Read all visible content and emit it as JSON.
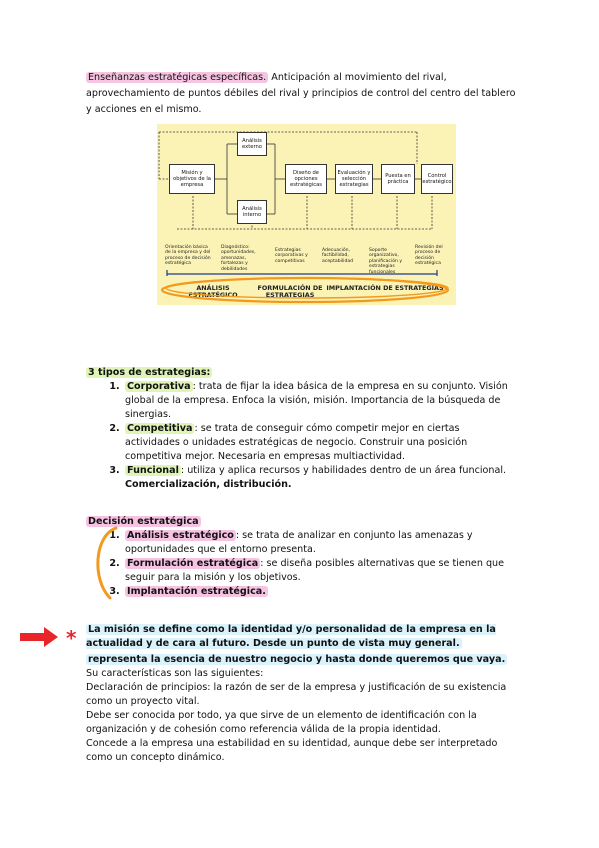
{
  "intro": {
    "highlight": "Enseñanzas estratégicas específicas.",
    "text": " Anticipación al movimiento del rival, aprovechamiento de puntos débiles del rival y principios de control del centro del tablero y acciones en el mismo."
  },
  "diagram": {
    "boxes": {
      "mision": "Misión y objetivos de la empresa",
      "externo": "Análisis externo",
      "interno": "Análisis interno",
      "diseno": "Diseño de opciones estratégicas",
      "evaluacion": "Evaluación y selección estrategias",
      "puesta": "Puesta en práctica",
      "control": "Control estratégico"
    },
    "captions": [
      "Orientación básica de la empresa y del proceso de decisión estratégica",
      "Diagnóstico: oportunidades, amenazas, fortalezas y debilidades",
      "Estrategias corporativas y competitivas",
      "Adecuación, factibilidad, aceptabilidad",
      "Soporte organizativo, planificación y estrategias funcionales",
      "Revisión del proceso de decisión estratégica"
    ],
    "phases": [
      "ANÁLISIS ESTRATÉGICO",
      "FORMULACIÓN DE ESTRATEGIAS",
      "IMPLANTACIÓN DE ESTRATEGIAS"
    ]
  },
  "tipos": {
    "heading": "3 tipos de estrategias:",
    "items": [
      {
        "term": "Corporativa",
        "text": ": trata de fijar la idea básica de la empresa en su conjunto. Visión global de la empresa. Enfoca la visión, misión. Importancia de la búsqueda de sinergias."
      },
      {
        "term": "Competitiva",
        "text": ": se trata de conseguir cómo competir mejor en ciertas actividades o unidades estratégicas de negocio. Construir una posición competitiva mejor. Necesaria en empresas multiactividad."
      },
      {
        "term": "Funcional",
        "text": ": utiliza y aplica recursos y habilidades dentro de un área funcional.",
        "extra": "Comercialización, distribución."
      }
    ]
  },
  "decision": {
    "heading": "Decisión estratégica",
    "items": [
      {
        "term": "Análisis estratégico",
        "text": ": se trata de analizar en conjunto las amenazas y oportunidades que el entorno presenta."
      },
      {
        "term": "Formulación estratégica",
        "text": ": se diseña posibles alternativas que se tienen que seguir para la misión y los objetivos."
      },
      {
        "term": "Implantación estratégica.",
        "text": ""
      }
    ]
  },
  "mision": {
    "line1": "La misión se define como la identidad y/o personalidad de la empresa en la actualidad y de cara al futuro. Desde un punto de vista muy general.",
    "line2": "representa la esencia de nuestro negocio y hasta donde queremos que vaya.",
    "paragraphs": [
      "Su características son las siguientes:",
      "Declaración de principios: la razón de ser de la empresa y justificación de su existencia como un proyecto vital.",
      "Debe ser conocida por todo, ya que sirve de un elemento de identificación con la organización y de cohesión como referencia válida de la propia identidad.",
      "Concede a la empresa una estabilidad en su identidad, aunque debe ser interpretado como un concepto dinámico."
    ]
  },
  "colors": {
    "pink": "#f7c3e3",
    "green": "#dff5b7",
    "blue": "#d9f2fb",
    "orange": "#f39a1e",
    "red": "#e8262a"
  }
}
